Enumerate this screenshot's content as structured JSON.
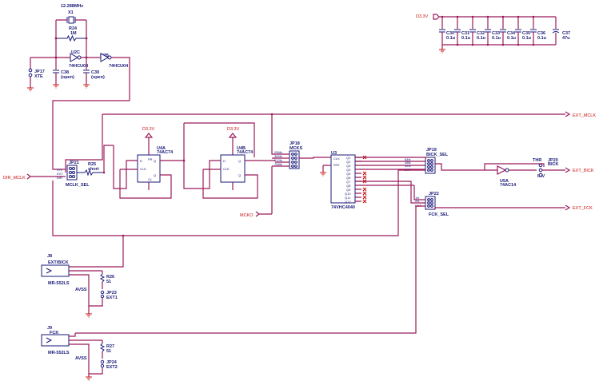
{
  "crystal": {
    "freq": "12.288MHz",
    "ref": "X1"
  },
  "resistors": {
    "r24": {
      "ref": "R24",
      "value": "1M"
    },
    "r25": {
      "ref": "R25",
      "value": "short"
    },
    "r26": {
      "ref": "R26",
      "value": "51"
    },
    "r27": {
      "ref": "R27",
      "value": "51"
    }
  },
  "inverters": {
    "u2c": {
      "ref": "U2C",
      "part": "74HCU04"
    },
    "u2b": {
      "ref": "U2B",
      "part": "74HCU04"
    },
    "u5a": {
      "ref": "U5A",
      "part": "74AC14"
    }
  },
  "caps": {
    "c38": {
      "ref": "C38",
      "value": "(open)"
    },
    "c39": {
      "ref": "C39",
      "value": "(open)"
    },
    "c30": {
      "ref": "C30",
      "value": "0.1u"
    },
    "c31": {
      "ref": "C31",
      "value": "0.1u"
    },
    "c32": {
      "ref": "C32",
      "value": "0.1u"
    },
    "c33": {
      "ref": "C33",
      "value": "0.1u"
    },
    "c34": {
      "ref": "C34",
      "value": "0.1u"
    },
    "c35": {
      "ref": "C35",
      "value": "0.1u"
    },
    "c36": {
      "ref": "C36",
      "value": "0.1u"
    },
    "c37": {
      "ref": "C37",
      "value": "47u"
    }
  },
  "jumpers": {
    "jp17": {
      "ref": "JP17",
      "name": "XTE"
    },
    "jp21": {
      "ref": "JP21",
      "name": "MCLK_SEL",
      "pins": [
        "XTL",
        "EXT",
        "DIR"
      ]
    },
    "jp18": {
      "ref": "JP18",
      "name": "MCKS",
      "pins": [
        "256fs",
        "384fs",
        "512fs",
        "768fs"
      ]
    },
    "jp19": {
      "ref": "JP19",
      "name": "BICK_SEL",
      "pins": [
        "64fs",
        "48fs",
        "32fs",
        "EXT"
      ]
    },
    "jp20": {
      "ref": "JP20",
      "name": "BICK",
      "pins": [
        "THR",
        "INV"
      ]
    },
    "jp22": {
      "ref": "JP22",
      "name": "FCK_SEL",
      "pins": [
        "1fs",
        "2fs",
        "EXT"
      ]
    },
    "jp23": {
      "ref": "JP23",
      "name": "EXT1"
    },
    "jp24": {
      "ref": "JP24",
      "name": "EXT2"
    }
  },
  "flipflops": {
    "u4a": {
      "ref": "U4A",
      "part": "74AC74"
    },
    "u4b": {
      "ref": "U4B",
      "part": "74AC74"
    }
  },
  "counter": {
    "ref": "U3",
    "part": "74VHC4040",
    "inputs": [
      "CLK",
      "RST"
    ],
    "outputs": [
      "Q1",
      "Q2",
      "Q3",
      "Q4",
      "Q5",
      "Q6",
      "Q7",
      "Q8",
      "Q9",
      "Q10",
      "Q11",
      "Q12"
    ]
  },
  "connectors": {
    "j8": {
      "ref": "J8",
      "name": "EXT/BICK",
      "part": "MR-552LS"
    },
    "j9": {
      "ref": "J9",
      "name": "FCK",
      "part": "MR-552LS"
    }
  },
  "power": {
    "d33v": "D3.3V",
    "avss": "AVSS"
  },
  "nets": {
    "dir_mclk": "DIR_MCLK",
    "ext_mclk": "EXT_MCLK",
    "ext_bick": "EXT_BICK",
    "ext_fck": "EXT_FCK",
    "mcko": "MCKO"
  },
  "colors": {
    "wire": "#9b1a5a",
    "component": "#1a1a7a",
    "net_label": "#cc1111"
  }
}
